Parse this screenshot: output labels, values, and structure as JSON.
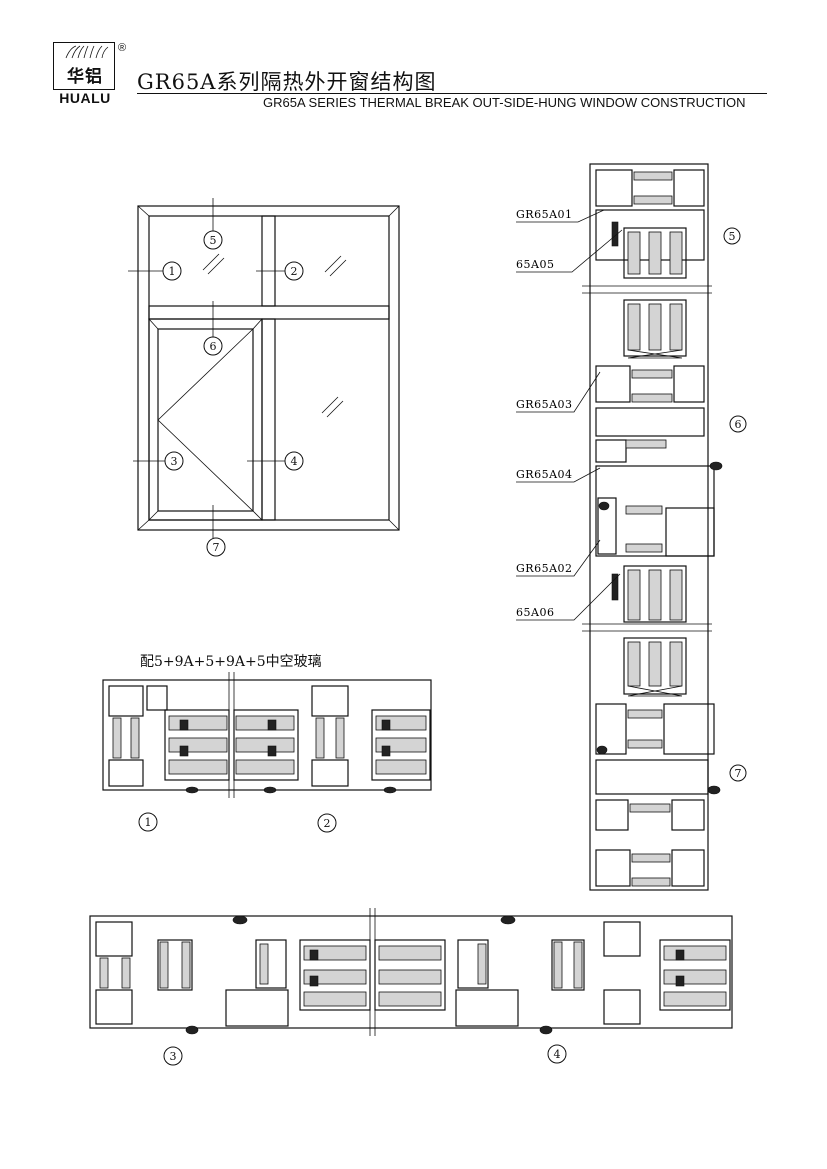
{
  "brand": {
    "logo_text": "华铝",
    "name": "HUALU",
    "registered": "®"
  },
  "title": {
    "cn": "GR65A系列隔热外开窗结构图",
    "en": "GR65A SERIES THERMAL BREAK  OUT-SIDE-HUNG WINDOW CONSTRUCTION"
  },
  "elevation": {
    "markers": [
      "1",
      "2",
      "3",
      "4",
      "5",
      "6",
      "7"
    ]
  },
  "glass_note": "配5+9A+5+9A+5中空玻璃",
  "profile_codes": [
    "GR65A01",
    "65A05",
    "GR65A03",
    "GR65A04",
    "GR65A02",
    "65A06"
  ],
  "section_labels": {
    "s1": "1",
    "s2": "2",
    "s3": "3",
    "s4": "4",
    "s5": "5",
    "s6": "6",
    "s7": "7"
  },
  "colors": {
    "line": "#111111",
    "hatch": "#d4d4d4",
    "background": "#ffffff"
  }
}
